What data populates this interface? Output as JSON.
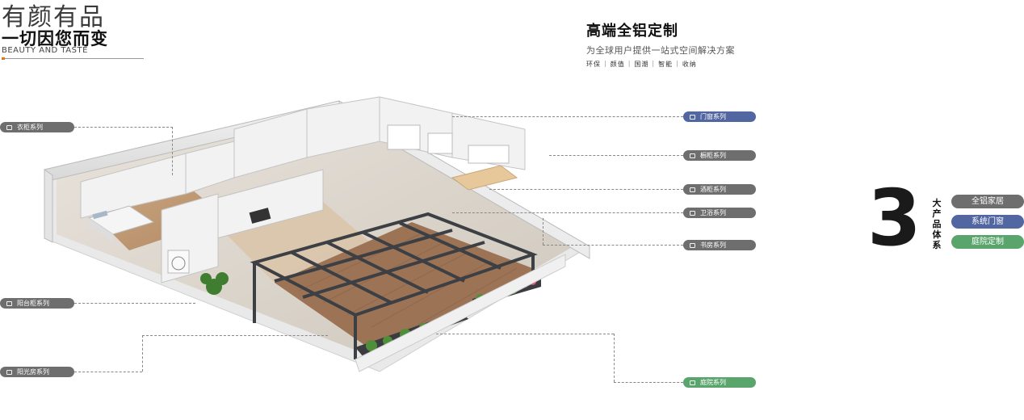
{
  "brand": {
    "title": "有颜有品",
    "slogan": "一切因您而变",
    "english": "BEAUTY AND TASTE",
    "accent_color": "#e07a10"
  },
  "headline": {
    "title": "高端全铝定制",
    "subtitle": "为全球用户提供一站式空间解决方案",
    "tags": [
      "环保",
      "颜值",
      "国潮",
      "智能",
      "收纳"
    ]
  },
  "labels": {
    "wardrobe": "衣柜系列",
    "balcony_cabinet": "阳台柜系列",
    "sunroom": "阳光房系列",
    "door_window": "门窗系列",
    "kitchen_cabinet": "橱柜系列",
    "wine_cabinet": "酒柜系列",
    "bathroom": "卫浴系列",
    "study": "书房系列",
    "courtyard": "庭院系列"
  },
  "product_system": {
    "number": "3",
    "caption": "大产品体系",
    "items": [
      "全铝家居",
      "系统门窗",
      "庭院定制"
    ]
  },
  "colors": {
    "label_gray": "#6e6e6e",
    "label_blue": "#5266a1",
    "label_green": "#5aa56c"
  }
}
